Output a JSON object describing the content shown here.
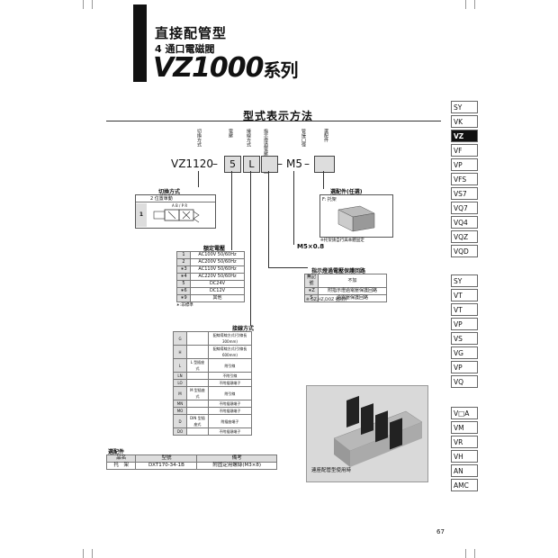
{
  "header": {
    "line1": "直接配管型",
    "line2": "4 通口電磁閥",
    "series_code": "VZ1000",
    "series_suffix": "系列"
  },
  "section_title": "型式表示方法",
  "model": {
    "base": "VZ1120",
    "box1": "5",
    "box2": "L",
    "port": "M5",
    "label_switch": "切換方式",
    "label_voltage": "電壓",
    "label_entry": "接線方式",
    "label_indicator": "指示燈過電壓保護回路",
    "label_port": "管接口徑",
    "label_option": "選配件"
  },
  "switch_method": {
    "title": "切換方式",
    "header": "2 位置單動",
    "code": "1",
    "symbol": "A  B / P  R"
  },
  "options": {
    "title": "選配件(任選)",
    "row": "F: 托架",
    "note": "※托架請自行與本體固定"
  },
  "port_label": "M5×0.8",
  "voltage": {
    "title": "額定電壓",
    "rows": [
      {
        "code": "1",
        "value": "AC100V 50/60Hz"
      },
      {
        "code": "2",
        "value": "AC200V 50/60Hz"
      },
      {
        "code": "∗3",
        "value": "AC110V 50/60Hz"
      },
      {
        "code": "∗4",
        "value": "AC220V 50/60Hz"
      },
      {
        "code": "5",
        "value": "DC24V"
      },
      {
        "code": "∗6",
        "value": "DC12V"
      },
      {
        "code": "∗9",
        "value": "其他"
      }
    ],
    "note": "∗:非標準"
  },
  "indicator": {
    "title": "指示燈過電壓保護回路",
    "rows": [
      {
        "code": "無記號",
        "value": "不加"
      },
      {
        "code": "∗Z",
        "value": "附指示燈過電壓保護回路"
      },
      {
        "code": "S",
        "value": "過電壓保護回路"
      }
    ],
    "note": "※ GZ,HZ,DOZ 號除外"
  },
  "entry": {
    "title": "接線方式",
    "rows": [
      {
        "code": "G",
        "group": "",
        "value": "配線導線方式(引線長 300mm)"
      },
      {
        "code": "H",
        "group": "",
        "value": "配線導線方式(引線長 600mm)"
      },
      {
        "code": "L",
        "group": "L 型插座式",
        "value": "附引線"
      },
      {
        "code": "LN",
        "group": "",
        "value": "不附引線"
      },
      {
        "code": "LO",
        "group": "",
        "value": "不附插頭端子"
      },
      {
        "code": "M",
        "group": "M 型插座式",
        "value": "附引線"
      },
      {
        "code": "MN",
        "group": "",
        "value": "不附插頭端子"
      },
      {
        "code": "MO",
        "group": "",
        "value": "不附插頭端子"
      },
      {
        "code": "D",
        "group": "DIN 型插座式",
        "value": "附插座端子"
      },
      {
        "code": "DO",
        "group": "",
        "value": "不附插頭端子"
      }
    ]
  },
  "accessory": {
    "title": "選配件",
    "headers": [
      "品名",
      "型號",
      "備考"
    ],
    "rows": [
      [
        "托　架",
        "DXT170-34-1B",
        "附固定用螺絲(M3×8)"
      ]
    ]
  },
  "photo_caption": "連座配管型使用時",
  "page_number": "67",
  "tabs_group1": [
    "SY",
    "VK",
    "VZ",
    "VF",
    "VP",
    "VFS",
    "VS7",
    "VQ7",
    "VQ4",
    "VQZ",
    "VQD"
  ],
  "tabs_group2": [
    "SY",
    "VT",
    "VT",
    "VP",
    "VS",
    "VG",
    "VP",
    "VQ"
  ],
  "tabs_group3": [
    "V□A",
    "VM",
    "VR",
    "VH",
    "AN",
    "AMC"
  ],
  "active_tab": "VZ"
}
